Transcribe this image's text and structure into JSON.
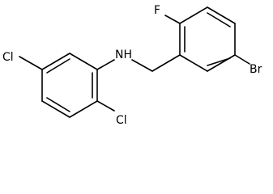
{
  "atoms": {
    "fluorine": "F",
    "amine": "NH",
    "bromine": "Br",
    "chlorine_left": "Cl",
    "chlorine_bottom": "Cl"
  }
}
